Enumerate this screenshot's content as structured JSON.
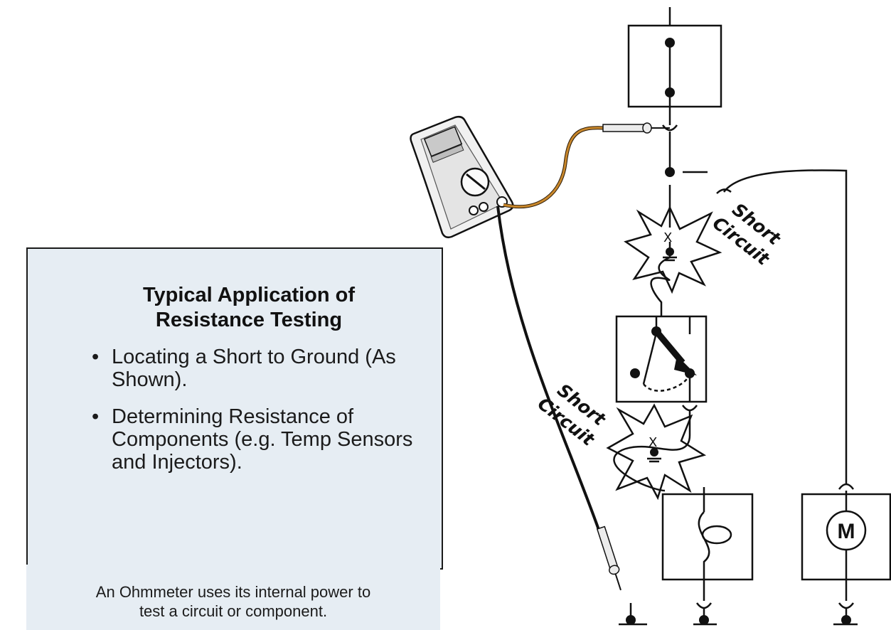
{
  "panel": {
    "title_line1": "Typical Application of",
    "title_line2": "Resistance Testing",
    "bullets": [
      {
        "line1": "Locating a Short to Ground (As",
        "line2": "Shown)."
      },
      {
        "line1": "Determining Resistance of",
        "line2": "Components (e.g. Temp Sensors",
        "line3": "and Injectors)."
      }
    ]
  },
  "caption": {
    "line1": "An Ohmmeter uses its internal power to",
    "line2": "test a circuit or component."
  },
  "diagram": {
    "short_label_upper": {
      "word1": "Short",
      "word2": "Circuit"
    },
    "short_label_lower": {
      "word1": "Short",
      "word2": "Circuit"
    },
    "short_marker": "X",
    "motor_label": "M",
    "probe_lead_color": "#c8872b"
  }
}
